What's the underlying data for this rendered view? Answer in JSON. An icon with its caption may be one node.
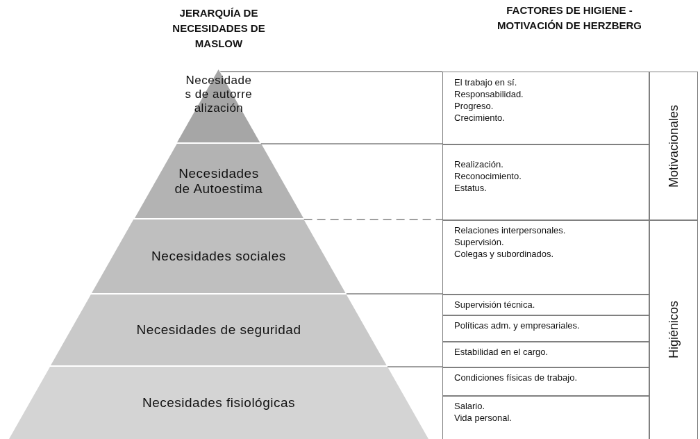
{
  "diagram": {
    "nodes": [
      {
        "text": [
          "Necesidades de autorrealización"
        ]
      },
      {
        "text": [
          "Necesidades de Autoestima"
        ]
      },
      {
        "text": [
          "Necesidades sociales"
        ]
      },
      {
        "text": [
          "Necesidades de seguridad"
        ]
      },
      {
        "text": [
          "Necesidades fisiológicas"
        ]
      },
      {
        "text": [
          "El trabajo en sí.",
          "Responsabilidad.",
          "Progreso.",
          "Crecimiento."
        ]
      },
      {
        "text": [
          "Realización.",
          "Reconocimiento.",
          "Estatus."
        ]
      },
      {
        "text": [
          "Relaciones interpersonales.",
          "Supervisión.",
          "Colegas y subordinados."
        ]
      },
      {
        "text": [
          "Supervisión técnica."
        ]
      },
      {
        "text": [
          "Políticas adm. y empresariales."
        ]
      },
      {
        "text": [
          "Estabilidad en el cargo."
        ]
      },
      {
        "text": [
          "Condiciones físicas de trabajo."
        ]
      },
      {
        "text": [
          "Salario.",
          "Vida personal."
        ]
      },
      {
        "text": [
          "Motivacionales"
        ]
      },
      {
        "text": [
          "Higiénicos"
        ]
      }
    ],
    "edges": [
      {
        "from": 0,
        "to": 5,
        "arrow": "none"
      },
      {
        "from": 1,
        "to": 6,
        "arrow": "none"
      },
      {
        "from": 2,
        "to": 7,
        "arrow": "none",
        "style": "dashed"
      },
      {
        "from": 3,
        "to": 8,
        "arrow": "none"
      },
      {
        "from": 4,
        "to": 11,
        "arrow": "none"
      }
    ],
    "labels": [
      "JERARQUÍA DE NECESIDADES DE MASLOW",
      "FACTORES DE HIGIENE - MOTIVACIÓN DE HERZBERG"
    ]
  }
}
